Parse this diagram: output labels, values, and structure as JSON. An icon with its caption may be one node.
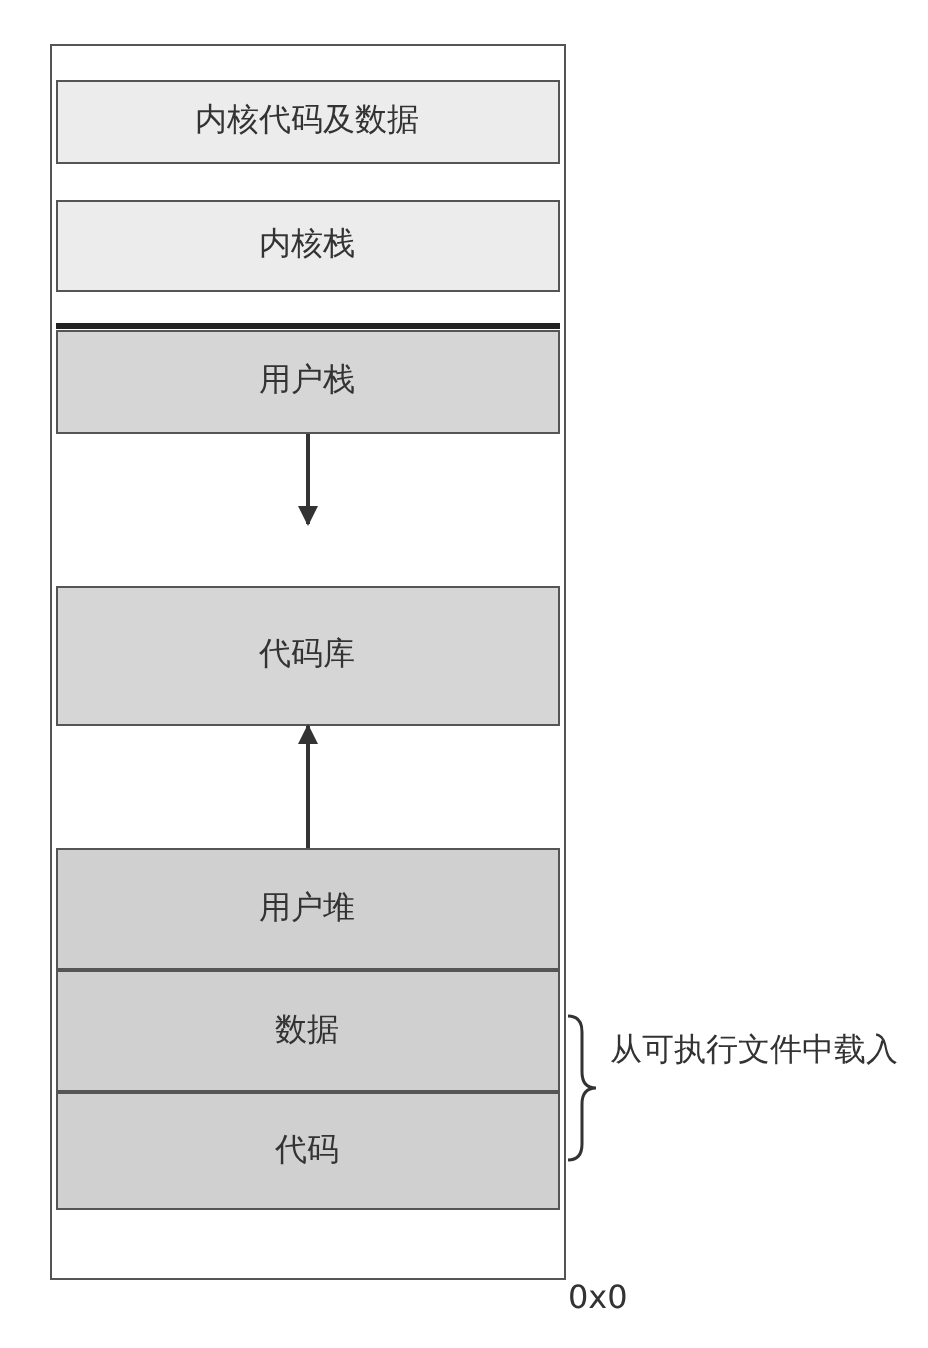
{
  "diagram": {
    "nodes": [
      {
        "text": [],
        "shape": "box"
      },
      {
        "text": [
          "内核代码及数据"
        ],
        "in": 0
      },
      {
        "text": [
          "内核栈"
        ],
        "in": 0
      },
      {
        "text": [
          "用户栈"
        ],
        "in": 0
      },
      {
        "text": [
          "代码库"
        ],
        "in": 0
      },
      {
        "text": [
          "用户堆"
        ],
        "in": 0
      },
      {
        "text": [
          "数据"
        ],
        "in": 0
      },
      {
        "text": [
          "代码"
        ],
        "in": 0
      }
    ],
    "edges": [
      {
        "from": 3,
        "to": null,
        "arrow": "to"
      },
      {
        "from": 5,
        "to": 4,
        "arrow": "to"
      }
    ],
    "labels": [
      "从可执行文件中载入",
      "0x0"
    ]
  }
}
